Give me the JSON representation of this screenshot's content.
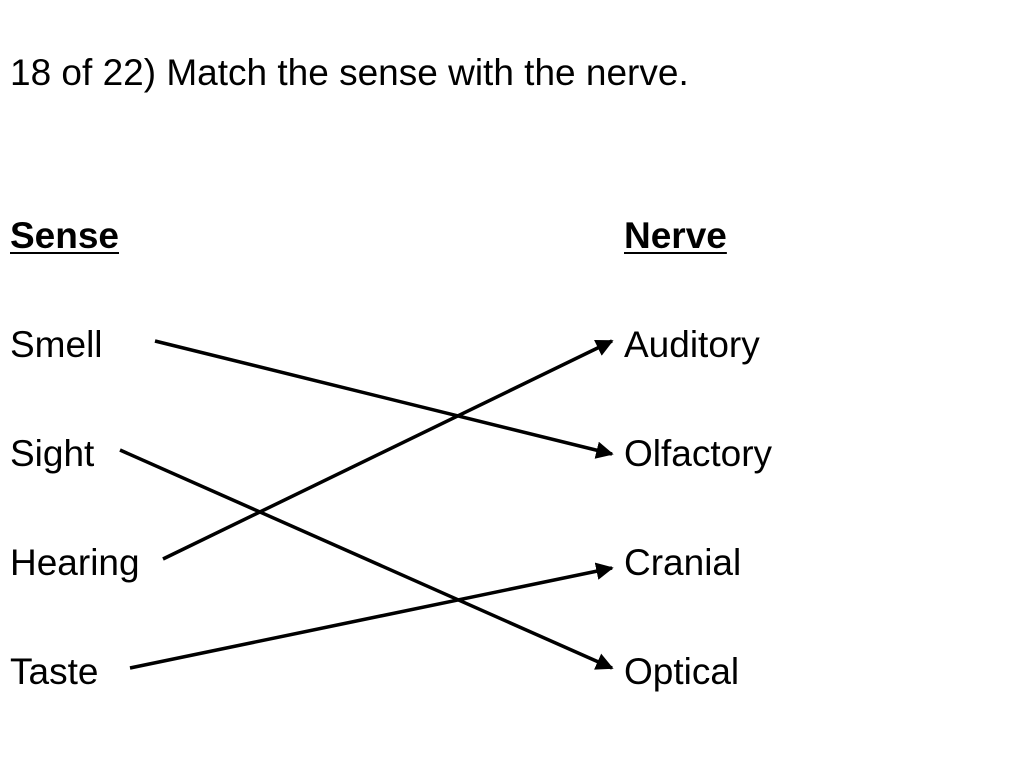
{
  "question": {
    "title": "18 of 22) Match the sense with the nerve."
  },
  "columns": {
    "left_heading": "Sense",
    "right_heading": "Nerve"
  },
  "senses": [
    "Smell",
    "Sight",
    "Hearing",
    "Taste"
  ],
  "nerves": [
    "Auditory",
    "Olfactory",
    "Cranial",
    "Optical"
  ],
  "matches": [
    {
      "sense": "Smell",
      "nerve": "Olfactory"
    },
    {
      "sense": "Sight",
      "nerve": "Optical"
    },
    {
      "sense": "Hearing",
      "nerve": "Auditory"
    },
    {
      "sense": "Taste",
      "nerve": "Cranial"
    }
  ],
  "colors": {
    "text": "#000000",
    "line": "#000000",
    "background": "#ffffff"
  }
}
